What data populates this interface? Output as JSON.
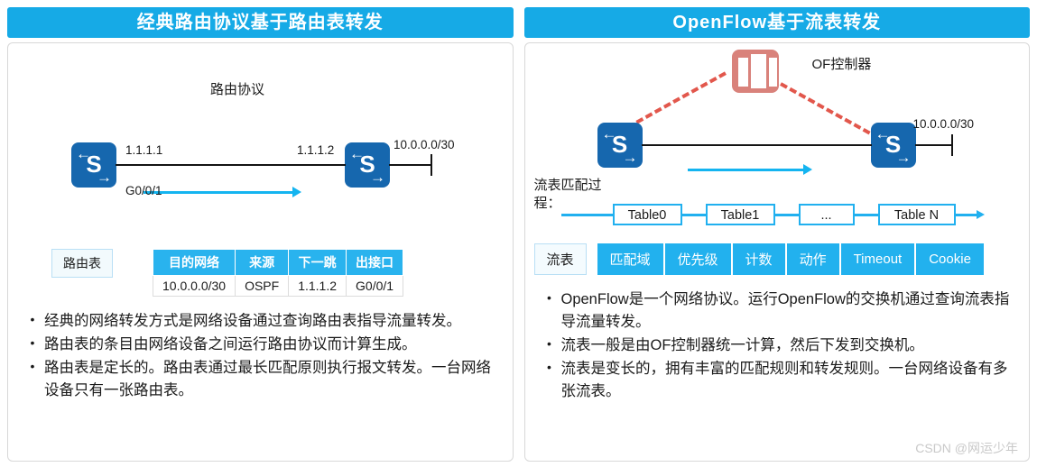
{
  "left": {
    "header": "经典路由协议基于路由表转发",
    "diagram": {
      "center_label": "路由协议",
      "ip_left": "1.1.1.1",
      "ip_right": "1.1.1.2",
      "subnet": "10.0.0.0/30",
      "interface": "G0/0/1",
      "router_letter": "S",
      "arrow_left_glyph": "←",
      "arrow_right_glyph": "→"
    },
    "table": {
      "tag": "路由表",
      "headers": [
        "目的网络",
        "来源",
        "下一跳",
        "出接口"
      ],
      "rows": [
        [
          "10.0.0.0/30",
          "OSPF",
          "1.1.1.2",
          "G0/0/1"
        ]
      ]
    },
    "bullet_marker": "•",
    "bullets": [
      "经典的网络转发方式是网络设备通过查询路由表指导流量转发。",
      "路由表的条目由网络设备之间运行路由协议而计算生成。",
      "路由表是定长的。路由表通过最长匹配原则执行报文转发。一台网络设备只有一张路由表。"
    ]
  },
  "right": {
    "header": "OpenFlow基于流表转发",
    "diagram": {
      "controller_label": "OF控制器",
      "subnet": "10.0.0.0/30",
      "router_letter": "S",
      "arrow_left_glyph": "←",
      "arrow_right_glyph": "→"
    },
    "pipeline": {
      "label": "流表匹配过\n程：",
      "boxes": [
        "Table0",
        "Table1",
        "...",
        "Table N"
      ]
    },
    "flow_table": {
      "tag": "流表",
      "columns": [
        "匹配域",
        "优先级",
        "计数",
        "动作",
        "Timeout",
        "Cookie"
      ]
    },
    "bullet_marker": "•",
    "bullets": [
      "OpenFlow是一个网络协议。运行OpenFlow的交换机通过查询流表指导流量转发。",
      "流表一般是由OF控制器统一计算，然后下发到交换机。",
      "流表是变长的，拥有丰富的匹配规则和转发规则。一台网络设备有多张流表。"
    ]
  },
  "watermark": "CSDN @网运少年",
  "colors": {
    "header_blue": "#16aae6",
    "table_header_blue": "#29b3ee",
    "router_blue": "#1667ae",
    "controller_red": "#d9827b",
    "dash_red": "#e2574c",
    "cyan_arrow": "#14b4f0"
  }
}
